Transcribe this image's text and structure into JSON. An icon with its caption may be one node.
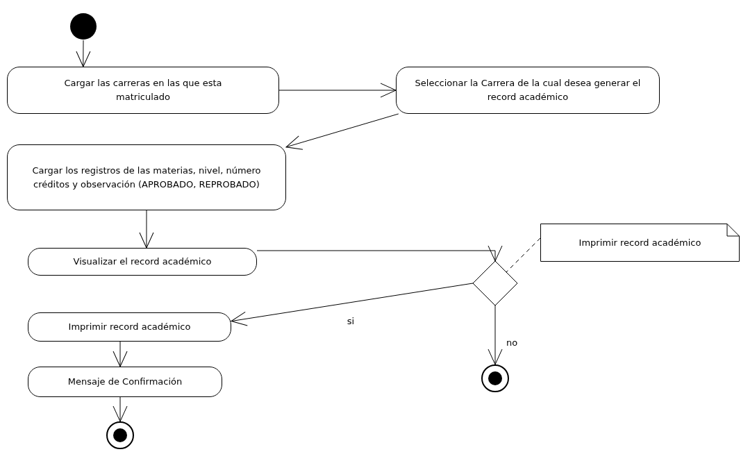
{
  "diagram": {
    "nodes": [
      {
        "text": [],
        "shape": "circle"
      },
      {
        "text": [
          "Cargar las carreras en las que esta matriculado"
        ]
      },
      {
        "text": [
          "Seleccionar la Carrera de la cual desea generar el record académico"
        ]
      },
      {
        "text": [
          "Cargar los registros de las materias, nivel, número créditos y observación (APROBADO, REPROBADO)"
        ]
      },
      {
        "text": [
          "Visualizar el record académico"
        ]
      },
      {
        "text": [
          "Imprimir record académico"
        ]
      },
      {
        "text": [],
        "shape": "diamond"
      },
      {
        "text": [
          "Imprimir record académico"
        ]
      },
      {
        "text": [
          "Mensaje de Confirmación"
        ]
      },
      {
        "text": [],
        "shape": "bullseye"
      },
      {
        "text": [],
        "shape": "bullseye"
      }
    ],
    "edges": [
      {
        "from": 0,
        "to": 1,
        "arrow": "to"
      },
      {
        "from": 1,
        "to": 2,
        "arrow": "to"
      },
      {
        "from": 2,
        "to": 3,
        "arrow": "to"
      },
      {
        "from": 3,
        "to": 4,
        "arrow": "to"
      },
      {
        "from": 4,
        "to": 6,
        "arrow": "to"
      },
      {
        "from": 6,
        "to": 7,
        "arrow": "to",
        "label": "si"
      },
      {
        "from": 6,
        "to": 10,
        "arrow": "to",
        "label": "no"
      },
      {
        "from": 7,
        "to": 8,
        "arrow": "to"
      },
      {
        "from": 8,
        "to": 9,
        "arrow": "to"
      },
      {
        "from": 5,
        "to": 6,
        "arrow": "none",
        "style": "dashed"
      }
    ]
  }
}
